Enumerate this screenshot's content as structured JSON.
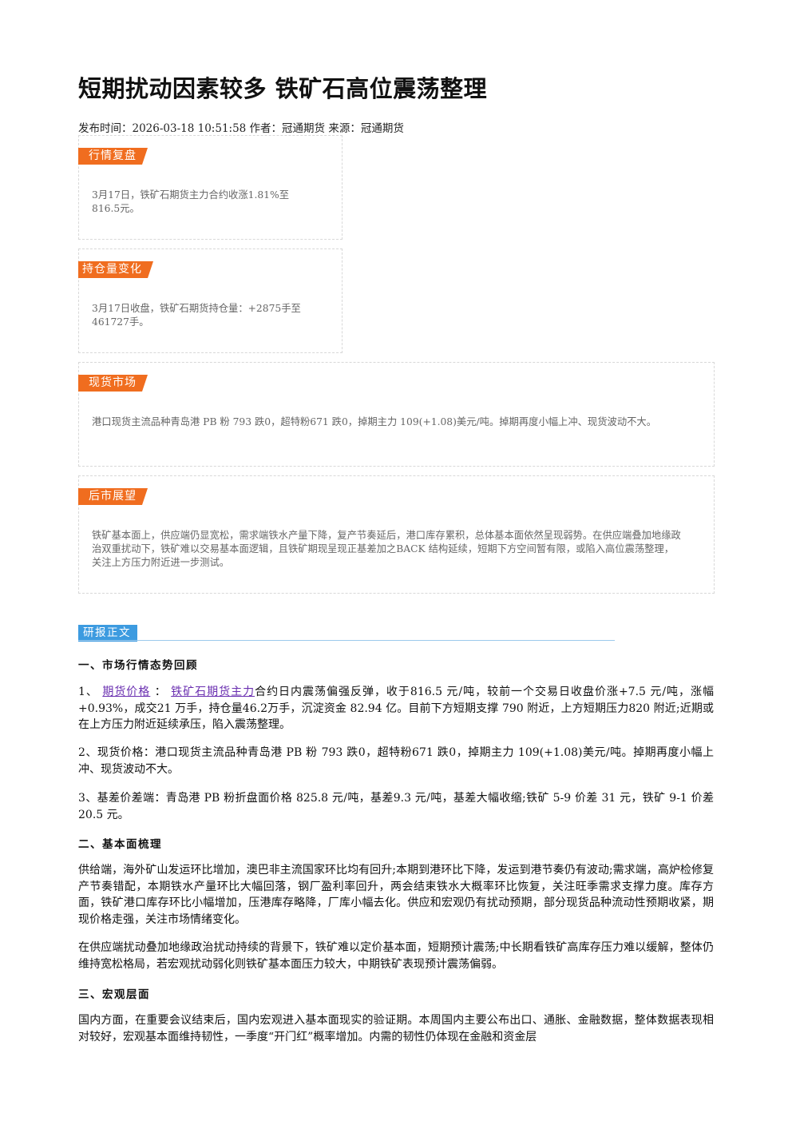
{
  "article": {
    "title": "短期扰动因素较多 铁矿石高位震荡整理",
    "meta": "发布时间：2026-03-18 10:51:58 作者：冠通期货 来源：冠通期货"
  },
  "summary": [
    {
      "tag": "行情复盘",
      "text": "3月17日，铁矿石期货主力合约收涨1.81%至816.5元。"
    },
    {
      "tag": "持仓量变化",
      "text": "3月17日收盘，铁矿石期货持仓量：+2875手至461727手。"
    },
    {
      "tag": "现货市场",
      "text": "港口现货主流品种青岛港 PB 粉 793 跌0，超特粉671 跌0，掉期主力 109(+1.08)美元/吨。掉期再度小幅上冲、现货波动不大。"
    },
    {
      "tag": "后市展望",
      "text": "铁矿基本面上，供应端仍显宽松，需求端铁水产量下降，复产节奏延后，港口库存累积，总体基本面依然呈现弱势。在供应端叠加地缘政治双重扰动下，铁矿难以交易基本面逻辑，且铁矿期现呈现正基差加之BACK 结构延续，短期下方空间暂有限，或陷入高位震荡整理，关注上方压力附近进一步测试。"
    }
  ],
  "report": {
    "tag": "研报正文",
    "section1_title": "一、市场行情态势回顾",
    "p1_prefix": "1、",
    "p1_link1": "期货价格",
    "p1_sep": "：",
    "p1_link2": "铁矿石期货主力",
    "p1_rest": "合约日内震荡偏强反弹，收于816.5 元/吨，较前一个交易日收盘价涨+7.5 元/吨，涨幅+0.93%，成交21 万手，持仓量46.2万手，沉淀资金 82.94 亿。目前下方短期支撑 790 附近，上方短期压力820 附近;近期或在上方压力附近延续承压，陷入震荡整理。",
    "p2": "2、现货价格：港口现货主流品种青岛港 PB 粉 793 跌0，超特粉671 跌0，掉期主力 109(+1.08)美元/吨。掉期再度小幅上冲、现货波动不大。",
    "p3": "3、基差价差端：青岛港 PB 粉折盘面价格 825.8 元/吨，基差9.3 元/吨，基差大幅收缩;铁矿 5-9 价差 31 元，铁矿 9-1 价差 20.5 元。",
    "section2_title": "二、基本面梳理",
    "p4": "供给端，海外矿山发运环比增加，澳巴非主流国家环比均有回升;本期到港环比下降，发运到港节奏仍有波动;需求端，高炉检修复产节奏错配，本期铁水产量环比大幅回落，钢厂盈利率回升，两会结束铁水大概率环比恢复，关注旺季需求支撑力度。库存方面，铁矿港口库存环比小幅增加，压港库存略降，厂库小幅去化。供应和宏观仍有扰动预期，部分现货品种流动性预期收紧，期现价格走强，关注市场情绪变化。",
    "p5": "在供应端扰动叠加地缘政治扰动持续的背景下，铁矿难以定价基本面，短期预计震荡;中长期看铁矿高库存压力难以缓解，整体仍维持宽松格局，若宏观扰动弱化则铁矿基本面压力较大，中期铁矿表现预计震荡偏弱。",
    "section3_title": "三、宏观层面",
    "p6": "国内方面，在重要会议结束后，国内宏观进入基本面现实的验证期。本周国内主要公布出口、通胀、金融数据，整体数据表现相对较好，宏观基本面维持韧性，一季度“开门红”概率增加。内需的韧性仍体现在金融和资金层"
  }
}
